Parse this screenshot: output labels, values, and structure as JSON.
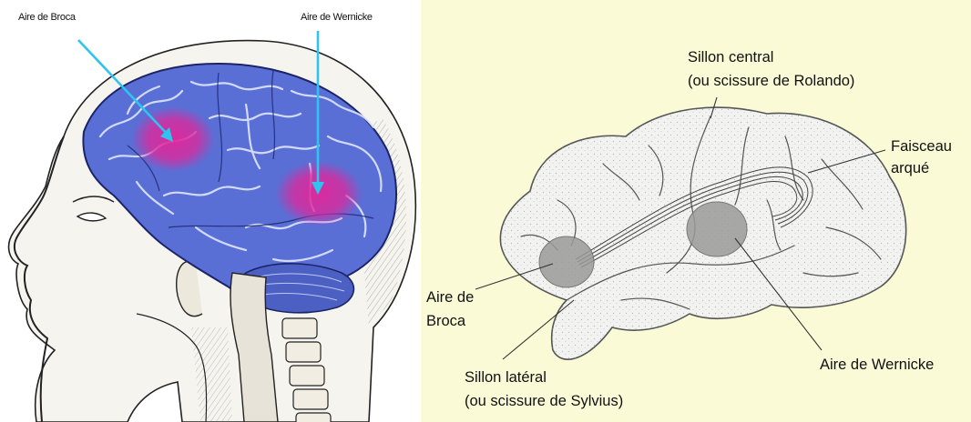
{
  "left_diagram": {
    "label_broca": "Aire de Broca",
    "label_wernicke": "Aire de Wernicke",
    "colors": {
      "cortex_blue": "#5a6fd6",
      "highlight_magenta": "#e0279a",
      "pointer_cyan": "#2ec4ef",
      "ink": "#222222"
    }
  },
  "right_diagram": {
    "sillon_central_line1": "Sillon central",
    "sillon_central_line2": "(ou scissure de Rolando)",
    "faisceau_line1": "Faisceau",
    "faisceau_line2": "arqué",
    "broca_line1": "Aire de",
    "broca_line2": "Broca",
    "wernicke": "Aire de Wernicke",
    "sillon_lateral_line1": "Sillon latéral",
    "sillon_lateral_line2": "(ou scissure de Sylvius)",
    "colors": {
      "background": "#fafbd6",
      "brain_fill": "#f2f2f0",
      "area_fill": "#9a9a98",
      "ink": "#333333"
    }
  }
}
